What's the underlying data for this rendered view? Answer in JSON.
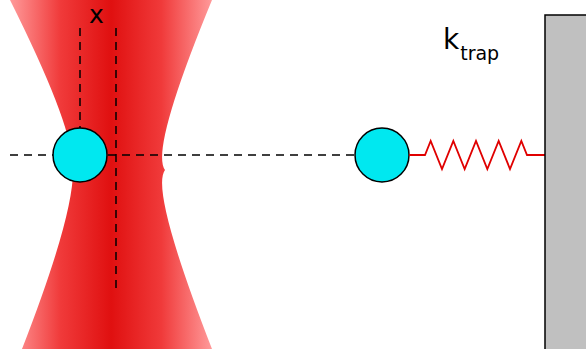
{
  "diagram": {
    "labels": [
      "x",
      "k",
      "trap"
    ]
  }
}
